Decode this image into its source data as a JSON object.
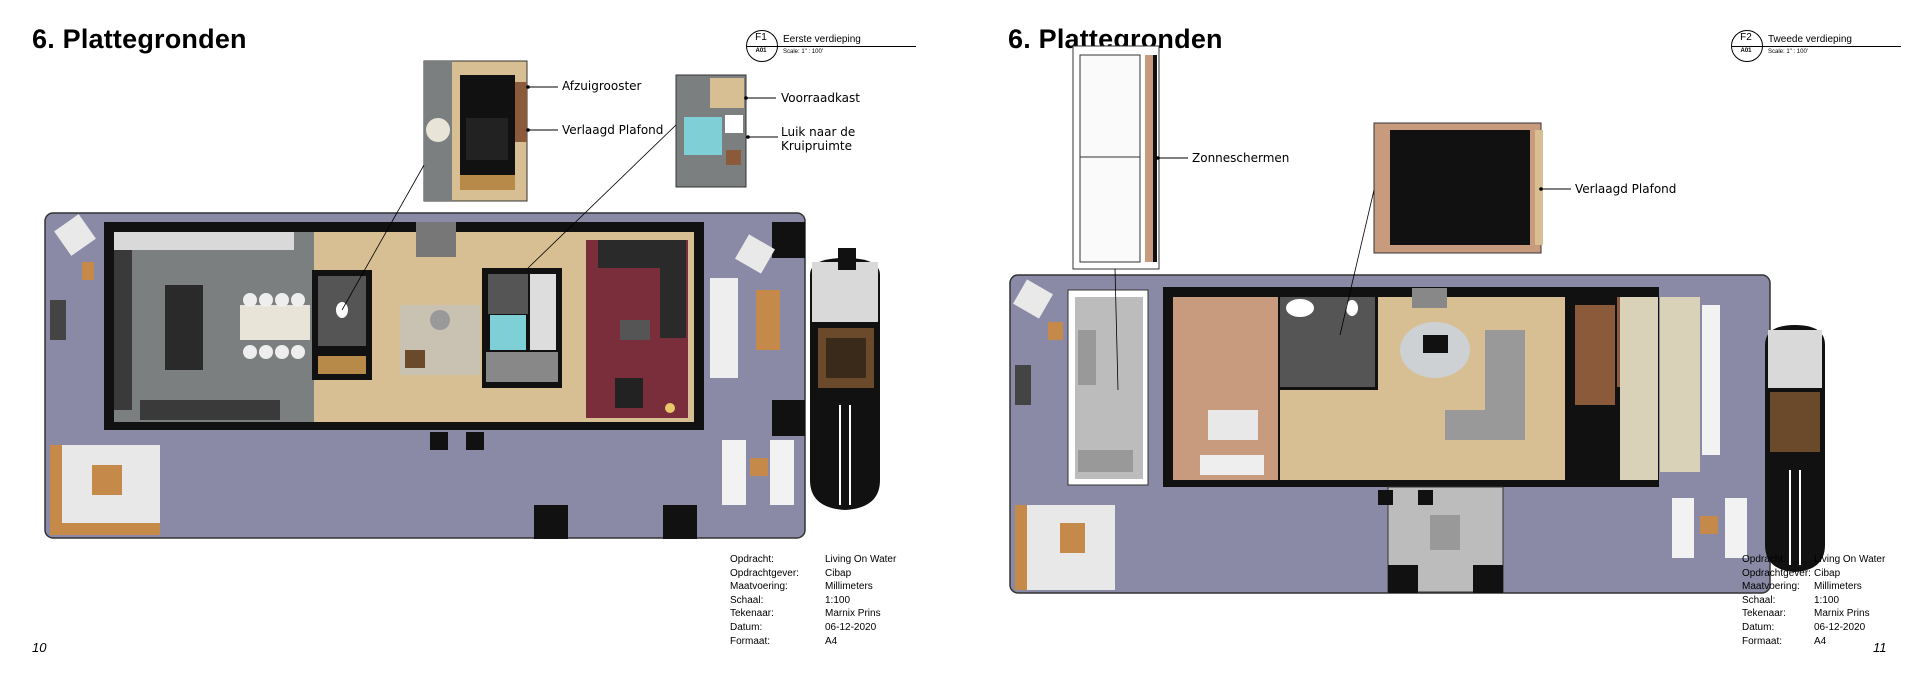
{
  "pages": [
    {
      "title": "6. Plattegronden",
      "page_number": "10",
      "sheet": {
        "code": "F1",
        "code2": "A01",
        "name": "Eerste verdieping",
        "scale": "Scale:  1\" : 100'"
      },
      "annotations": [
        "Afzuigrooster",
        "Verlaagd Plafond",
        "Voorraadkast",
        "Luik naar de",
        "Kruipruimte"
      ],
      "meta": [
        {
          "key": "Opdracht:",
          "value": "Living On Water"
        },
        {
          "key": "Opdrachtgever:",
          "value": "Cibap"
        },
        {
          "key": "Maatvoering:",
          "value": "Millimeters"
        },
        {
          "key": "Schaal:",
          "value": "1:100"
        },
        {
          "key": "Tekenaar:",
          "value": "Marnix Prins"
        },
        {
          "key": "Datum:",
          "value": "06-12-2020"
        },
        {
          "key": "Formaat:",
          "value": "A4"
        }
      ]
    },
    {
      "title": "6. Plattegronden",
      "page_number": "11",
      "sheet": {
        "code": "F2",
        "code2": "A01",
        "name": "Tweede verdieping",
        "scale": "Scale:  1\" : 100'"
      },
      "annotations": [
        "Zonneschermen",
        "Verlaagd Plafond"
      ],
      "meta": [
        {
          "key": "Opdracht:",
          "value": "Living On Water"
        },
        {
          "key": "Opdrachtgever:",
          "value": "Cibap"
        },
        {
          "key": "Maatvoering:",
          "value": "Millimeters"
        },
        {
          "key": "Schaal:",
          "value": "1:100"
        },
        {
          "key": "Tekenaar:",
          "value": "Marnix Prins"
        },
        {
          "key": "Datum:",
          "value": "06-12-2020"
        },
        {
          "key": "Formaat:",
          "value": "A4"
        }
      ]
    }
  ],
  "colors": {
    "deck": "#8a8aa6",
    "wall": "#111111",
    "wood": "#d7bf93",
    "tile": "#7c7f80",
    "carpet": "#7a2e3c",
    "terracotta": "#c89a7e",
    "water": "#7fd0d6"
  }
}
